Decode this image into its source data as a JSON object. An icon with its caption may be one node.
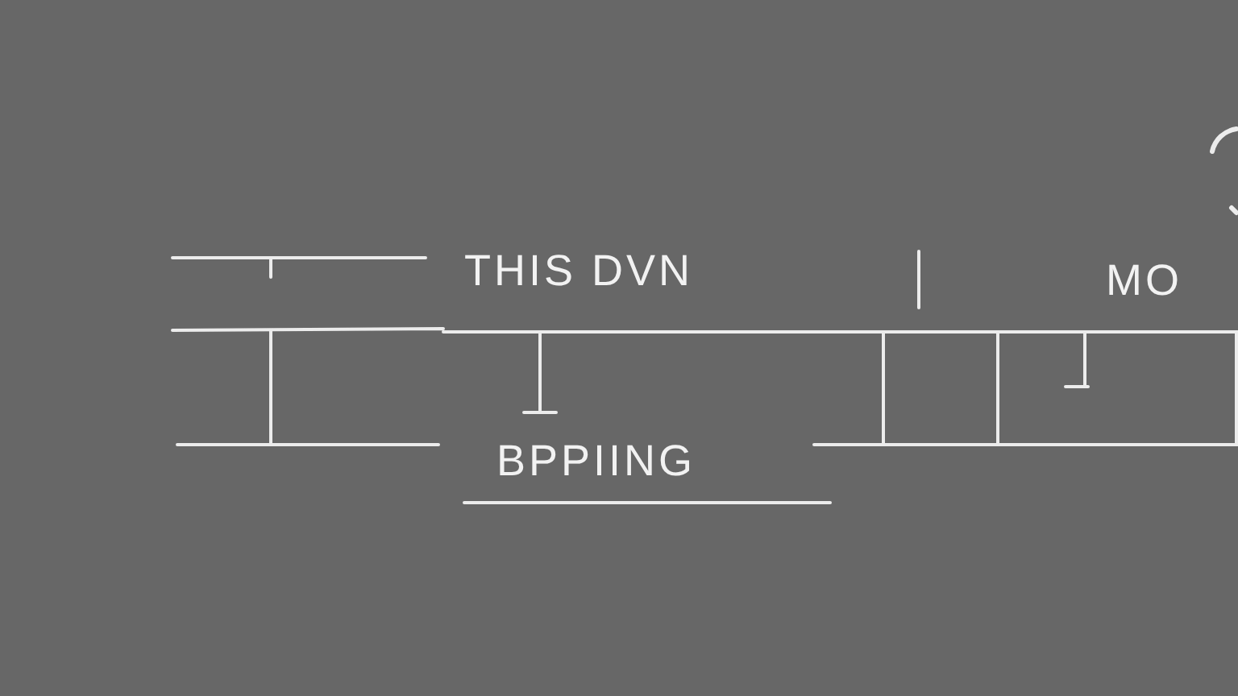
{
  "diagram": {
    "labels": [
      "THIS DVN",
      "BPPIING",
      "MO"
    ]
  }
}
